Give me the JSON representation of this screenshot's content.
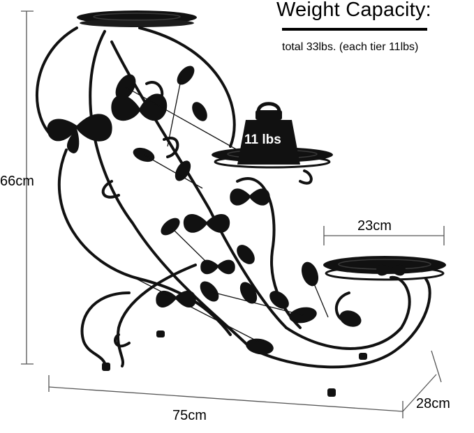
{
  "heading": {
    "title": "Weight Capacity:",
    "subtitle": "total 33lbs. (each tier 11lbs)"
  },
  "weight_badge": {
    "label": "11 lbs"
  },
  "dimensions": {
    "height": "66cm",
    "width": "75cm",
    "depth": "28cm",
    "tray_diameter": "23cm"
  },
  "colors": {
    "metal": "#111111",
    "guide": "#555555",
    "background": "#ffffff"
  }
}
